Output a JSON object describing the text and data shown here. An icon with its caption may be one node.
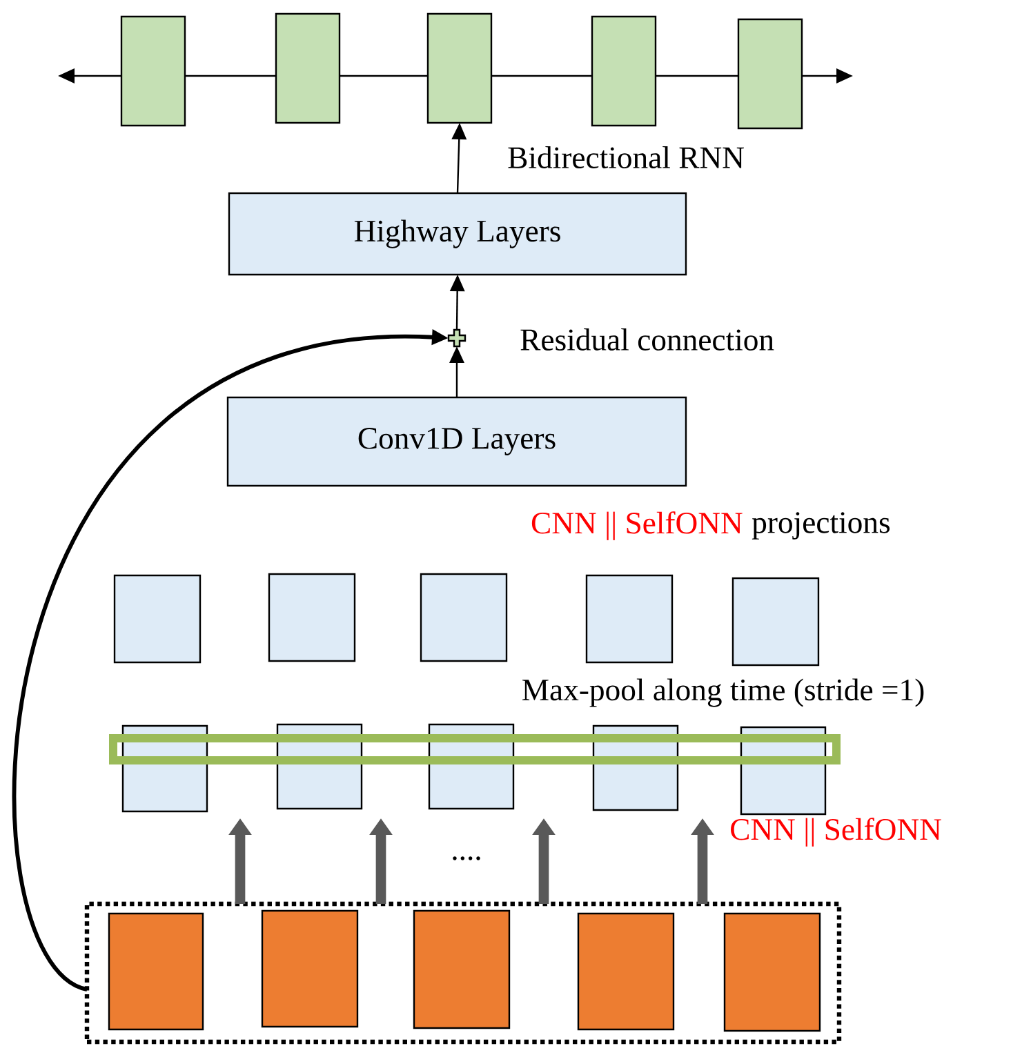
{
  "diagram": {
    "nodes": [
      {
        "text": [],
        "shape": "box"
      },
      {
        "text": [],
        "shape": "box"
      },
      {
        "text": [],
        "shape": "box"
      },
      {
        "text": [],
        "shape": "box"
      },
      {
        "text": [],
        "shape": "box"
      },
      {
        "text": [
          "Highway Layers"
        ]
      },
      {
        "text": [],
        "shape": "cross"
      },
      {
        "text": [
          "Conv1D Layers"
        ]
      },
      {
        "text": [],
        "shape": "box"
      },
      {
        "text": [],
        "shape": "box"
      },
      {
        "text": [],
        "shape": "box"
      },
      {
        "text": [],
        "shape": "box"
      },
      {
        "text": [],
        "shape": "box"
      },
      {
        "text": [],
        "shape": "box"
      },
      {
        "text": [],
        "shape": "box"
      },
      {
        "text": [],
        "shape": "box"
      },
      {
        "text": [],
        "shape": "box"
      },
      {
        "text": [],
        "shape": "box"
      },
      {
        "text": [],
        "shape": "bar"
      },
      {
        "text": [],
        "shape": "box"
      },
      {
        "text": [],
        "shape": "box",
        "in": 19
      },
      {
        "text": [],
        "shape": "box",
        "in": 19
      },
      {
        "text": [],
        "shape": "box",
        "in": 19
      },
      {
        "text": [],
        "shape": "box",
        "in": 19
      },
      {
        "text": [],
        "shape": "box",
        "in": 19
      }
    ],
    "edges": [
      {
        "from": 0,
        "to": null,
        "arrow": "to"
      },
      {
        "from": 0,
        "to": 1,
        "arrow": "none"
      },
      {
        "from": 1,
        "to": 2,
        "arrow": "none"
      },
      {
        "from": 2,
        "to": 3,
        "arrow": "none"
      },
      {
        "from": 3,
        "to": 4,
        "arrow": "none"
      },
      {
        "from": 4,
        "to": null,
        "arrow": "to"
      },
      {
        "from": 5,
        "to": 2,
        "arrow": "to"
      },
      {
        "from": 6,
        "to": 5,
        "arrow": "to"
      },
      {
        "from": 7,
        "to": 6,
        "arrow": "to"
      },
      {
        "from": 19,
        "to": 6,
        "arrow": "to",
        "style": "thick"
      },
      {
        "from": 19,
        "to": null,
        "arrow": "to",
        "style": "thick",
        "color": "#595959"
      },
      {
        "from": 19,
        "to": null,
        "arrow": "to",
        "style": "thick",
        "color": "#595959"
      },
      {
        "from": 19,
        "to": null,
        "arrow": "to",
        "style": "thick",
        "color": "#595959"
      },
      {
        "from": 19,
        "to": null,
        "arrow": "to",
        "style": "thick",
        "color": "#595959"
      }
    ],
    "labels": [
      "Bidirectional RNN",
      "Residual connection",
      "CNN || SelfONN",
      "projections",
      "Max-pool along time (stride =1)",
      "....",
      "CNN || SelfONN"
    ]
  }
}
